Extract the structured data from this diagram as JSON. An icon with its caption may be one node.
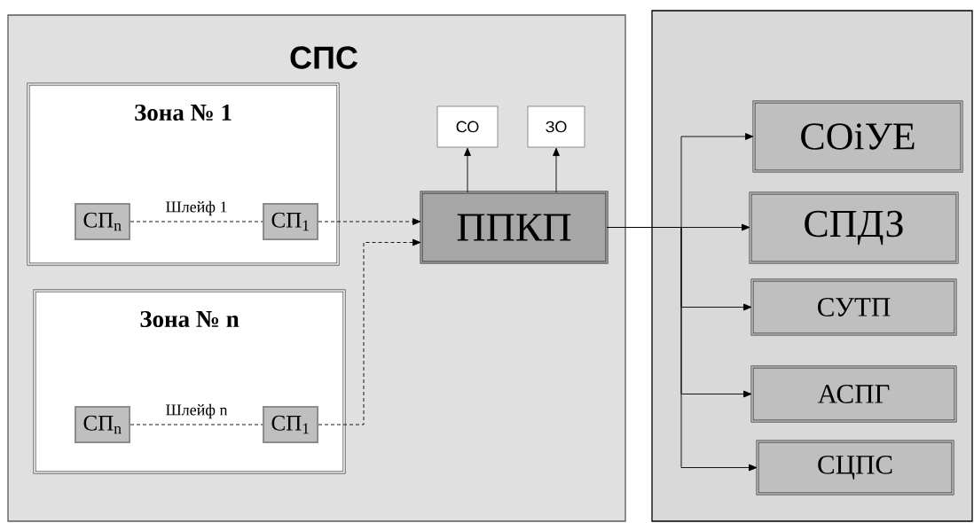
{
  "diagram": {
    "nodes": [
      {
        "text": [
          "СПС"
        ]
      },
      {
        "text": [
          "Зона № 1"
        ],
        "in": 0
      },
      {
        "text": [
          "СП$_{n}$"
        ],
        "in": 1
      },
      {
        "text": [
          "СП$_{1}$"
        ],
        "in": 1
      },
      {
        "text": [
          "Зона № n"
        ],
        "in": 0
      },
      {
        "text": [
          "СП$_{n}$"
        ],
        "in": 4
      },
      {
        "text": [
          "СП$_{1}$"
        ],
        "in": 4
      },
      {
        "text": [
          "СО"
        ],
        "in": 0
      },
      {
        "text": [
          "ЗО"
        ],
        "in": 0
      },
      {
        "text": [
          "ППКП"
        ],
        "in": 0
      },
      {
        "text": [],
        "shape": "box"
      },
      {
        "text": [
          "СОіУЕ"
        ],
        "in": 10
      },
      {
        "text": [
          "СПДЗ"
        ],
        "in": 10
      },
      {
        "text": [
          "СУТП"
        ],
        "in": 10
      },
      {
        "text": [
          "АСПГ"
        ],
        "in": 10
      },
      {
        "text": [
          "СЦПС"
        ],
        "in": 10
      }
    ],
    "edges": [
      {
        "from": 2,
        "to": 3,
        "arrow": "none",
        "style": "dashed",
        "label": "Шлейф 1"
      },
      {
        "from": 3,
        "to": 9,
        "arrow": "to",
        "style": "dashed"
      },
      {
        "from": 5,
        "to": 6,
        "arrow": "none",
        "style": "dashed",
        "label": "Шлейф n"
      },
      {
        "from": 6,
        "to": 9,
        "arrow": "to",
        "style": "dashed"
      },
      {
        "from": 9,
        "to": 7,
        "arrow": "to"
      },
      {
        "from": 9,
        "to": 8,
        "arrow": "to"
      },
      {
        "from": 9,
        "to": 11,
        "arrow": "to"
      },
      {
        "from": 9,
        "to": 12,
        "arrow": "to"
      },
      {
        "from": 9,
        "to": 13,
        "arrow": "to"
      },
      {
        "from": 9,
        "to": 14,
        "arrow": "to"
      },
      {
        "from": 9,
        "to": 15,
        "arrow": "to"
      }
    ]
  }
}
